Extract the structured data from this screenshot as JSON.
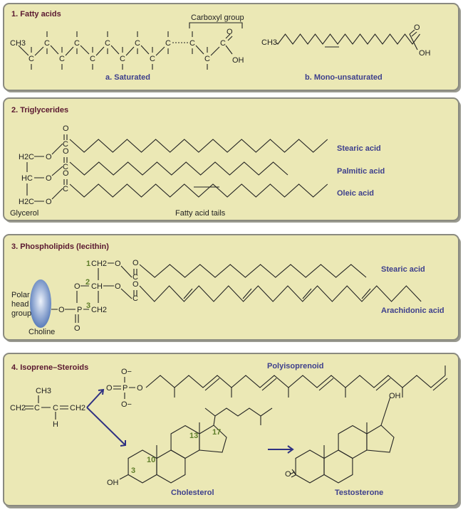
{
  "colors": {
    "panel": "#ebe8b5",
    "title": "#5a1830",
    "label": "#3d3f8c",
    "number": "#5e7d2a",
    "arrow": "#2f3182"
  },
  "panel1": {
    "title": "1. Fatty acids",
    "carboxyl": "Carboxyl group",
    "ch3": "CH3",
    "c": "C",
    "o": "O",
    "oh": "OH",
    "saturated": "a. Saturated",
    "mono": "b. Mono-unsaturated"
  },
  "panel2": {
    "title": "2. Triglycerides",
    "h2c": "H2C",
    "hc": "HC",
    "o": "O",
    "c": "C",
    "stearic": "Stearic acid",
    "palmitic": "Palmitic acid",
    "oleic": "Oleic acid",
    "glycerol": "Glycerol",
    "tails": "Fatty acid tails"
  },
  "panel3": {
    "title": "3. Phospholipids (lecithin)",
    "polar": [
      "Polar",
      "head",
      "group"
    ],
    "choline": "Choline",
    "ch2": "CH2",
    "ch": "CH",
    "p": "P",
    "o": "O",
    "c": "C",
    "n1": "1",
    "n2": "2",
    "n3": "3",
    "stearic": "Stearic acid",
    "arachidonic": "Arachidonic acid"
  },
  "panel4": {
    "title": "4. Isoprene–Steroids",
    "ch3": "CH3",
    "ch2": "CH2",
    "c": "C",
    "h": "H",
    "o": "O",
    "ominus": "O−",
    "p": "P",
    "polyisoprenoid": "Polyisoprenoid",
    "oh": "OH",
    "n3": "3",
    "n10": "10",
    "n13": "13",
    "n17": "17",
    "cholesterol": "Cholesterol",
    "testosterone": "Testosterone"
  }
}
